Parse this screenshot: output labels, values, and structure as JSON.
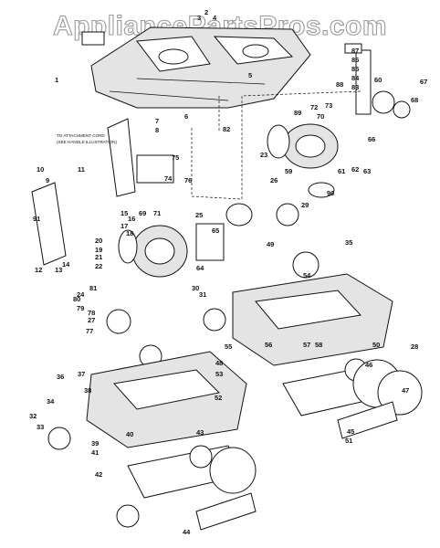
{
  "watermark": "AppliancePartsPros.com",
  "note_lines": [
    "TO ATTACHMENT CORD",
    "(SEE HANDLE ILLUSTRATION)"
  ],
  "callouts": [
    "1",
    "2",
    "3",
    "4",
    "5",
    "6",
    "7",
    "8",
    "9",
    "10",
    "11",
    "12",
    "13",
    "14",
    "15",
    "16",
    "17",
    "18",
    "19",
    "20",
    "21",
    "22",
    "23",
    "24",
    "25",
    "26",
    "27",
    "28",
    "29",
    "30",
    "31",
    "32",
    "33",
    "34",
    "35",
    "36",
    "37",
    "38",
    "39",
    "40",
    "41",
    "42",
    "43",
    "44",
    "45",
    "46",
    "47",
    "48",
    "49",
    "50",
    "51",
    "52",
    "53",
    "54",
    "55",
    "56",
    "57",
    "58",
    "59",
    "60",
    "61",
    "62",
    "63",
    "64",
    "65",
    "66",
    "67",
    "68",
    "69",
    "70",
    "71",
    "72",
    "73",
    "74",
    "75",
    "76",
    "77",
    "78",
    "79",
    "80",
    "81",
    "82",
    "83",
    "84",
    "85",
    "86",
    "87",
    "88",
    "89",
    "90",
    "91"
  ]
}
